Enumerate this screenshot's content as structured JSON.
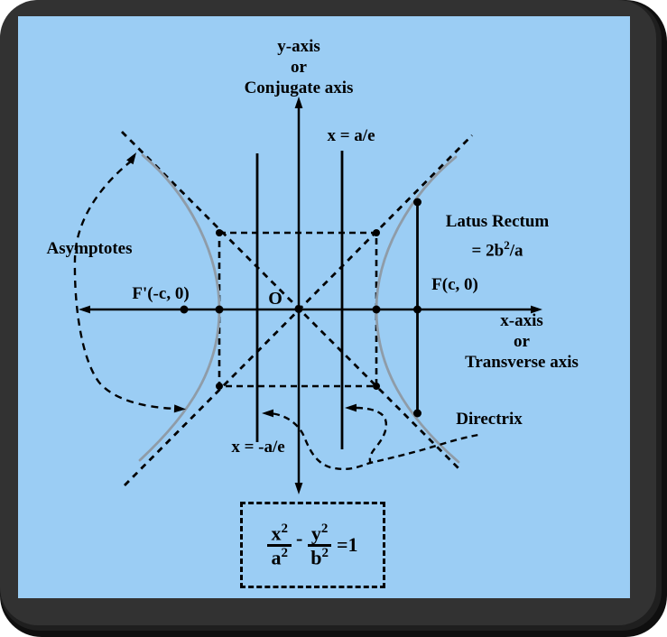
{
  "colors": {
    "panel_bg": "#9bcdf4",
    "line_color": "#000000",
    "hyperbola_curve": "#8f9ca8",
    "frame": "#323232"
  },
  "labels": {
    "y_axis_title": {
      "line1": "y-axis",
      "line2": "or",
      "line3": "Conjugate axis"
    },
    "x_axis_title": {
      "line1": "x-axis",
      "line2": "or",
      "line3": "Transverse axis"
    },
    "directrix_pos": "x = a/e",
    "directrix_neg": "x = -a/e",
    "directrix": "Directrix",
    "asymptotes": "Asymptotes",
    "latus": {
      "line1": "Latus Rectum",
      "line2_pre": "= 2b",
      "line2_sup": "2",
      "line2_post": "/a"
    },
    "focus_right": "F(c, 0)",
    "focus_left": "F'(-c, 0)",
    "origin": "O"
  },
  "equation": {
    "x": "x",
    "a": "a",
    "y": "y",
    "b": "b",
    "sup": "2",
    "minus": "-",
    "rhs": "=1"
  }
}
